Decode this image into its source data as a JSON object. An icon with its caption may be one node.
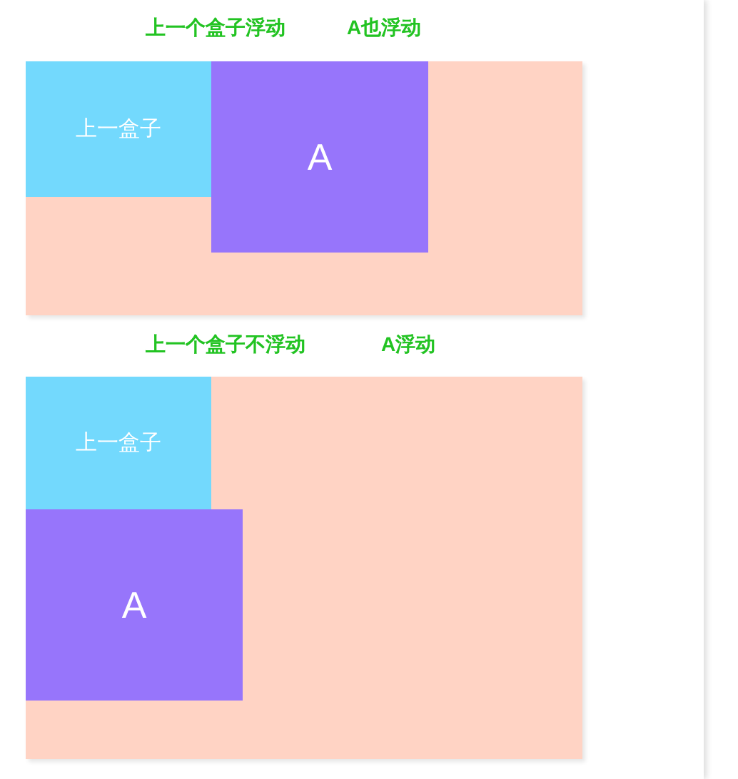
{
  "diagram": {
    "nodes": [
      {
        "text": [
          "上一个盒子浮动",
          "A也浮动"
        ]
      },
      {
        "text": [
          "上一盒子"
        ],
        "in": 0
      },
      {
        "text": [
          "A"
        ],
        "in": 0
      },
      {
        "text": [
          "上一个盒子不浮动",
          "A浮动"
        ]
      },
      {
        "text": [
          "上一盒子"
        ],
        "in": 3
      },
      {
        "text": [
          "A"
        ],
        "in": 3
      }
    ],
    "edges": []
  }
}
